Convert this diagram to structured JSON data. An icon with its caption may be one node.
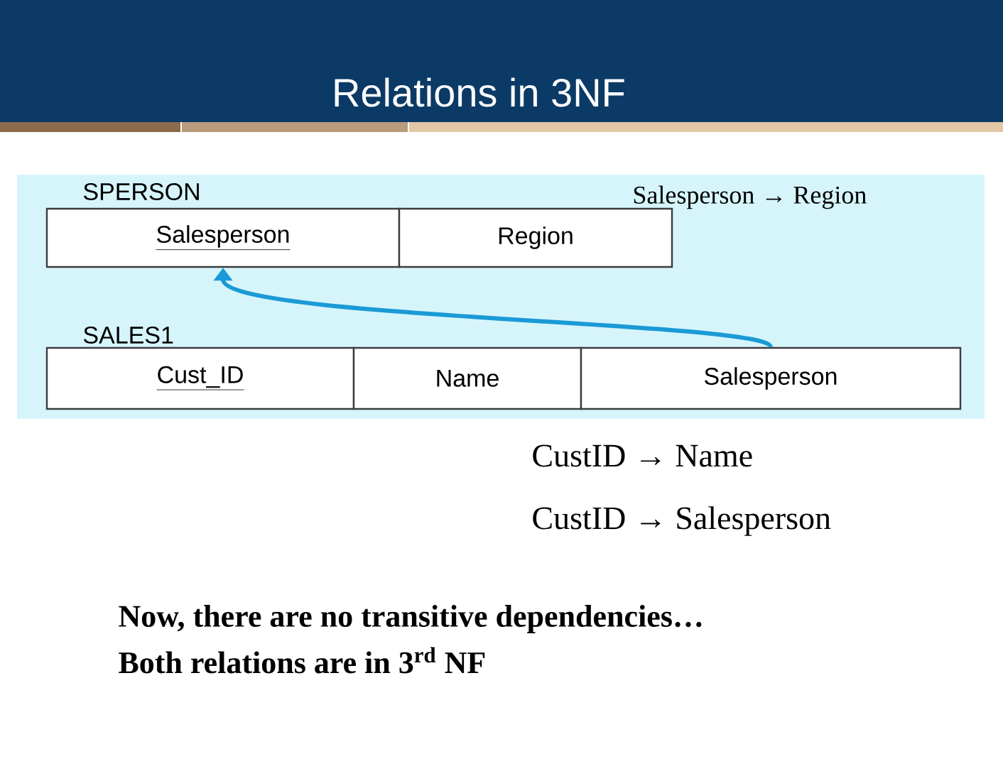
{
  "diagram": {
    "title": "Relations in 3NF",
    "nodes": [
      {
        "text": [
          "Salesperson"
        ]
      },
      {
        "text": [
          "Region"
        ]
      },
      {
        "text": [
          "Cust_ID"
        ]
      },
      {
        "text": [
          "Name"
        ]
      },
      {
        "text": [
          "Salesperson"
        ]
      }
    ],
    "edges": [
      {
        "from": 4,
        "to": 0,
        "arrow": "to",
        "color": "#1a9ad6"
      }
    ],
    "labels": [
      "SPERSON",
      "Salesperson → Region",
      "SALES1",
      "CustID → Name",
      "CustID → Salesperson",
      "Now, there are no transitive dependencies…",
      "Both relations are in 3$^{rd}$ NF"
    ]
  }
}
